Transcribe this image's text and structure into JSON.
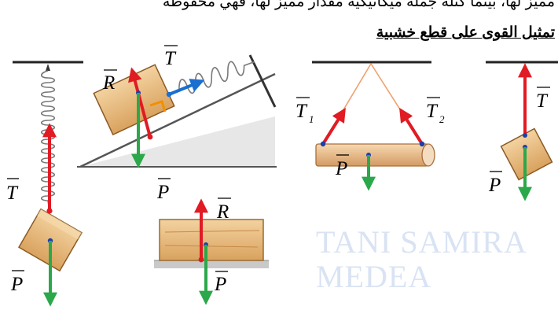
{
  "text": {
    "line1": "مميز لها، بينما كتله جمله ميكانيكيه مقدار مميز لها، فهي محفوظة",
    "heading": "تمثيل القوى على قطع خشبية"
  },
  "watermark": [
    "TANI SAMIRA",
    "MEDEA"
  ],
  "labels": {
    "P": "P",
    "T": "T",
    "R": "R",
    "sub1": "1",
    "sub2": "2"
  },
  "colors": {
    "tension_arrow": "#e01b24",
    "weight_arrow": "#2ba84a",
    "spring_arrow": "#1a6fd1",
    "wood": "#e6b877"
  }
}
